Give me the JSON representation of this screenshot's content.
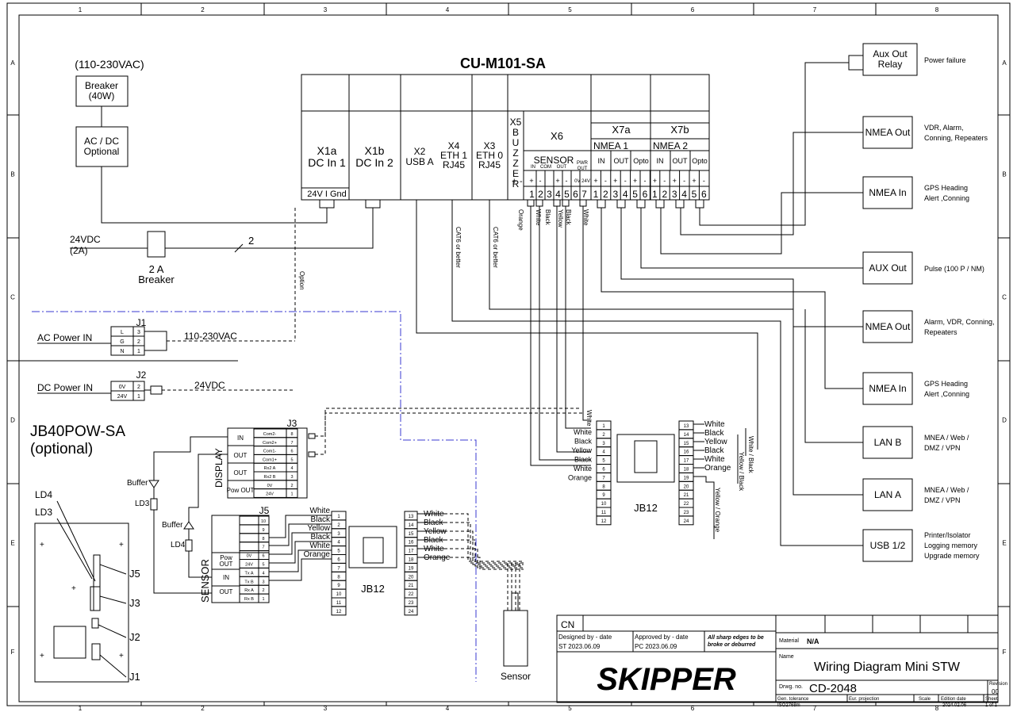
{
  "frame": {
    "cols": [
      "1",
      "2",
      "3",
      "4",
      "5",
      "6",
      "7",
      "8"
    ],
    "rows": [
      "A",
      "B",
      "C",
      "D",
      "E",
      "F"
    ]
  },
  "controller": {
    "title": "CU-M101-SA",
    "x1a": [
      "X1a",
      "DC In 1"
    ],
    "x1a_pins": "24V I Gnd",
    "x1b": [
      "X1b",
      "DC In 2"
    ],
    "x2": [
      "X2",
      "USB A"
    ],
    "x4": [
      "X4",
      "ETH 1",
      "RJ45"
    ],
    "x3": [
      "X3",
      "ETH 0",
      "RJ45"
    ],
    "x5_letters": [
      "X5",
      "B",
      "U",
      "Z",
      "Z",
      "E",
      "R"
    ],
    "x5_pins": "+ -",
    "x6": "X6",
    "sensor": "SENSOR",
    "sensor_sub": [
      "IN",
      "COM",
      "OUT",
      "PWR OUT"
    ],
    "sensor_v": "0V 24V",
    "x7a": "X7a",
    "x7b": "X7b",
    "nmea1": "NMEA 1",
    "nmea2": "NMEA 2",
    "nmea_cols": [
      "IN",
      "OUT",
      "Opto"
    ],
    "pm": [
      "+",
      "-",
      "+",
      "-",
      "+",
      "-",
      "+",
      "-",
      "+",
      "-",
      "+",
      "-",
      "+",
      "-"
    ],
    "pins_x6": [
      "1",
      "2",
      "3",
      "4",
      "5",
      "6",
      "7"
    ],
    "pins_x7": [
      "1",
      "2",
      "3",
      "4",
      "5",
      "6"
    ]
  },
  "power": {
    "ac_head": "(110-230VAC)",
    "breaker40": [
      "Breaker",
      "(40W)"
    ],
    "acdc": [
      "AC / DC",
      "Optional"
    ],
    "dc24": [
      "24VDC",
      "(2A)"
    ],
    "breaker2": [
      "2 A",
      "Breaker"
    ],
    "wire_count": "2",
    "option": "Option"
  },
  "cable_labels": {
    "cat6": "CAT6 or better",
    "x6_colors": [
      "Orange",
      "White",
      "Black",
      "Yellow",
      "Black",
      "White"
    ]
  },
  "outputs": [
    {
      "box": [
        "Aux Out",
        "Relay"
      ],
      "desc": [
        "Power failure"
      ]
    },
    {
      "box": [
        "NMEA Out"
      ],
      "desc": [
        "VDR, Alarm,",
        "Conning, Repeaters"
      ]
    },
    {
      "box": [
        "NMEA In"
      ],
      "desc": [
        "GPS Heading",
        "Alert ,Conning"
      ]
    },
    {
      "box": [
        "AUX Out"
      ],
      "desc": [
        "Pulse (100 P / NM)"
      ]
    },
    {
      "box": [
        "NMEA Out"
      ],
      "desc": [
        "Alarm, VDR, Conning,",
        "Repeaters"
      ]
    },
    {
      "box": [
        "NMEA In"
      ],
      "desc": [
        "GPS Heading",
        "Alert ,Conning"
      ]
    },
    {
      "box": [
        "LAN B"
      ],
      "desc": [
        "MNEA / Web /",
        "DMZ / VPN"
      ]
    },
    {
      "box": [
        "LAN A"
      ],
      "desc": [
        "MNEA / Web /",
        "DMZ / VPN"
      ]
    },
    {
      "box": [
        "USB 1/2"
      ],
      "desc": [
        "Printer/Isolator",
        "Logging memory",
        "Upgrade memory"
      ]
    }
  ],
  "j1": {
    "tag": "J1",
    "label": "AC Power IN",
    "rows": [
      [
        "L",
        "3"
      ],
      [
        "G",
        "2"
      ],
      [
        "N",
        "1"
      ]
    ],
    "voltage": "110-230VAC"
  },
  "j2": {
    "tag": "J2",
    "label": "DC Power IN",
    "rows": [
      [
        "0V",
        "2"
      ],
      [
        "24V",
        "1"
      ]
    ],
    "voltage": "24VDC"
  },
  "jb40": {
    "title": [
      "JB40POW-SA",
      "(optional)"
    ],
    "leds": [
      "LD4",
      "LD3"
    ],
    "conns": [
      "J5",
      "J3",
      "J2",
      "J1"
    ]
  },
  "j3": {
    "tag": "J3",
    "side": "DISPLAY",
    "groups": [
      "IN",
      "OUT",
      "OUT",
      "Pow OUT"
    ],
    "rows": [
      [
        "Com2-",
        "8"
      ],
      [
        "Com2+",
        "7"
      ],
      [
        "Com1-",
        "6"
      ],
      [
        "Com1+",
        "5"
      ],
      [
        "Rx2 A",
        "4"
      ],
      [
        "Rx2 B",
        "3"
      ],
      [
        "0V",
        "2"
      ],
      [
        "24V",
        "1"
      ]
    ]
  },
  "j5": {
    "tag": "J5",
    "side": "SENSOR",
    "groups": [
      "Pow OUT",
      "IN",
      "OUT"
    ],
    "rows": [
      [
        "",
        "10"
      ],
      [
        "",
        "9"
      ],
      [
        "",
        "8"
      ],
      [
        "",
        "7"
      ],
      [
        "0V",
        "6"
      ],
      [
        "24V",
        "5"
      ],
      [
        "Tx A",
        "4"
      ],
      [
        "Tx B",
        "3"
      ],
      [
        "Rx A",
        "2"
      ],
      [
        "Rx B",
        "1"
      ]
    ]
  },
  "buffers": [
    "Buffer",
    "Buffer"
  ],
  "leds_mid": [
    "LD3",
    "LD4"
  ],
  "jb12": {
    "label": "JB12",
    "left_pins": [
      "1",
      "2",
      "3",
      "4",
      "5",
      "6",
      "7",
      "8",
      "9",
      "10",
      "11",
      "12"
    ],
    "right_pins": [
      "13",
      "14",
      "15",
      "16",
      "17",
      "18",
      "19",
      "20",
      "21",
      "22",
      "23",
      "24"
    ],
    "left_colors": [
      "White",
      "Black",
      "Yellow",
      "Black",
      "White",
      "Orange"
    ],
    "right_colors": [
      "White",
      "Black",
      "Yellow",
      "Black",
      "White",
      "Orange"
    ],
    "main_left_colors": [
      "White",
      "Black",
      "Yellow",
      "Black",
      "White",
      "Orange"
    ],
    "vertical": [
      "White / Black",
      "Yellow / Black",
      "Yellow / Orange"
    ]
  },
  "sensor_label": "Sensor",
  "titleblock": {
    "cn": "CN",
    "designed_lbl": "Designed by - date",
    "designed_val": "ST 2023.06.09",
    "approved_lbl": "Approved by - date",
    "approved_val": "PC 2023.06.09",
    "edges": [
      "All sharp edges to be",
      "broke or deburred"
    ],
    "material_lbl": "Material",
    "material_val": "N/A",
    "name_lbl": "Name",
    "name_val": "Wiring Diagram Mini STW",
    "logo": "SKIPPER",
    "drwg_lbl": "Drwg. no.",
    "drwg_val": "CD-2048",
    "revision_lbl": "Revision",
    "revision_val": "00",
    "gen_lbl": "Gen. tolerance",
    "gen_val": "ISO2768m",
    "proj_lbl": "Eur. projection",
    "scale_lbl": "Scale",
    "edition_lbl": "Edition date",
    "edition_val": "2024.02.06",
    "sheet_lbl": "Sheet",
    "sheet_val": "1 of 1"
  }
}
